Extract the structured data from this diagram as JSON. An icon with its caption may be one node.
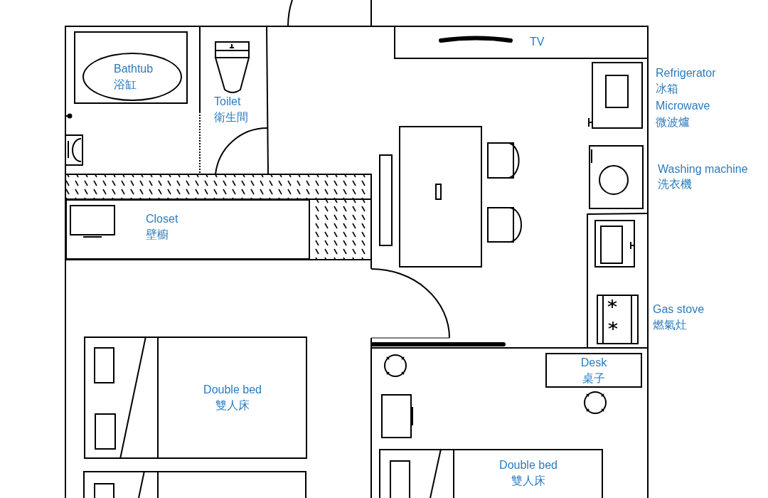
{
  "diagram": {
    "nodes": [
      {
        "text": [
          "Bathtub",
          "浴缸"
        ]
      },
      {
        "text": [
          "Toilet",
          "衛生間"
        ]
      },
      {
        "text": [
          "Closet",
          "壁櫥"
        ]
      },
      {
        "text": [
          "TV"
        ]
      },
      {
        "text": [
          "Desk",
          "桌子"
        ]
      },
      {
        "text": [
          "Double bed",
          "雙人床"
        ]
      },
      {
        "text": [
          "Double bed",
          "雙人床"
        ]
      },
      {
        "text": [],
        "shape": "box"
      }
    ],
    "labels": [
      "Refrigerator",
      "冰箱",
      "Microwave",
      "微波爐",
      "Washing machine",
      "洗衣機",
      "Gas stove",
      "燃氣灶"
    ]
  }
}
